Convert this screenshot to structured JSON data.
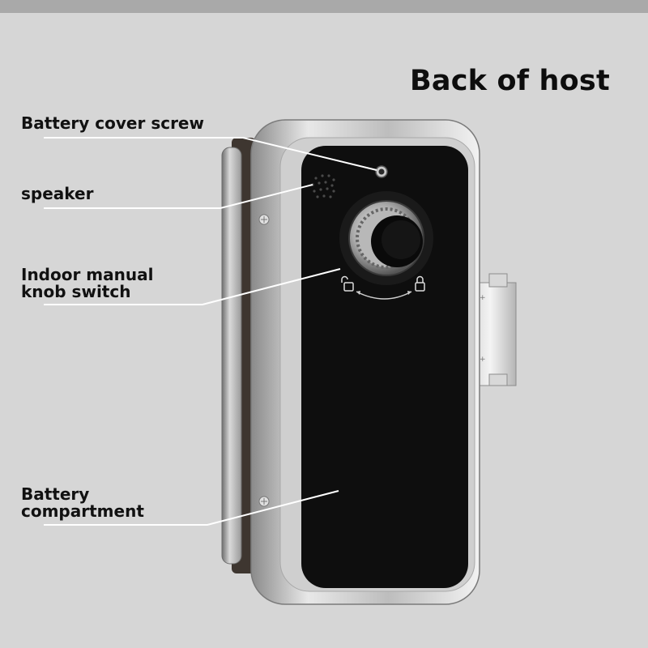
{
  "title": "Back of host",
  "labels": {
    "battery_cover_screw": "Battery cover screw",
    "speaker": "speaker",
    "knob_line1": "Indoor manual",
    "knob_line2": "knob switch",
    "battery_line1": "Battery",
    "battery_line2": "compartment"
  },
  "colors": {
    "background": "#d6d6d6",
    "top_bar": "#a9a9a9",
    "lock_face": "#0e0e0e",
    "metal_frame": "#bcbcbc"
  }
}
